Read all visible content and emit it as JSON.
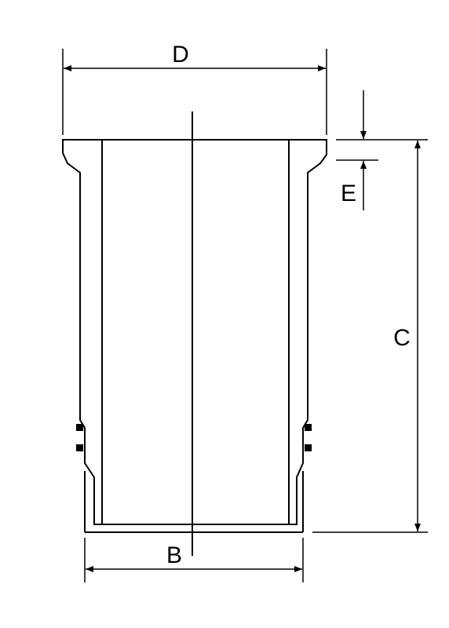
{
  "labels": {
    "outer_diameter": "D",
    "bore_diameter": "B",
    "overall_height": "C",
    "flange_height": "E"
  },
  "colors": {
    "stroke": "#000000",
    "background": "#ffffff"
  }
}
